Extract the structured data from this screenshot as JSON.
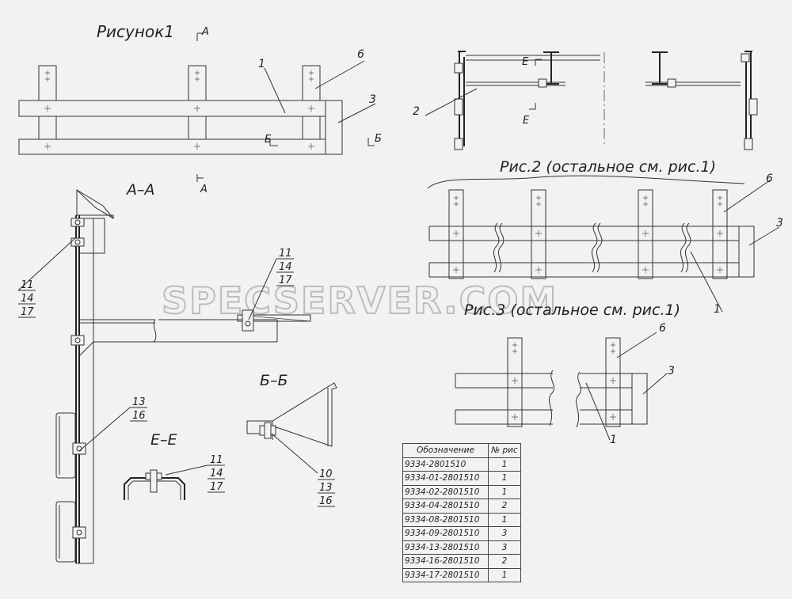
{
  "watermark": "SPECSERVER.COM",
  "titles": {
    "fig1": "Рисунок1",
    "fig2": "Рис.2 (остальное см. рис.1)",
    "fig3": "Рис.3 (остальное см. рис.1)",
    "sec_aa": "А–А",
    "sec_bb": "Б–Б",
    "sec_ee": "Е–Е"
  },
  "section_marks": {
    "a_top": "А",
    "a_bottom": "А",
    "b_left": "Б",
    "b_right": "Б",
    "e_top": "Е",
    "e_bottom": "Е"
  },
  "callouts": {
    "fig1": [
      "1",
      "6",
      "3"
    ],
    "top_right": [
      "2"
    ],
    "fig2": [
      "6",
      "3",
      "1"
    ],
    "fig3": [
      "6",
      "3",
      "1"
    ],
    "aa_upper": [
      "11",
      "14",
      "17"
    ],
    "aa_mid": [
      "11",
      "14",
      "17"
    ],
    "aa_low": [
      "13",
      "16"
    ],
    "ee": [
      "11",
      "14",
      "17"
    ],
    "bb": [
      "10",
      "13",
      "16"
    ]
  },
  "table": {
    "headers": [
      "Обозначение",
      "№ рис"
    ],
    "rows": [
      [
        "9334-2801510",
        "1"
      ],
      [
        "9334-01-2801510",
        "1"
      ],
      [
        "9334-02-2801510",
        "1"
      ],
      [
        "9334-04-2801510",
        "2"
      ],
      [
        "9334-08-2801510",
        "1"
      ],
      [
        "9334-09-2801510",
        "3"
      ],
      [
        "9334-13-2801510",
        "3"
      ],
      [
        "9334-16-2801510",
        "2"
      ],
      [
        "9334-17-2801510",
        "1"
      ]
    ]
  }
}
